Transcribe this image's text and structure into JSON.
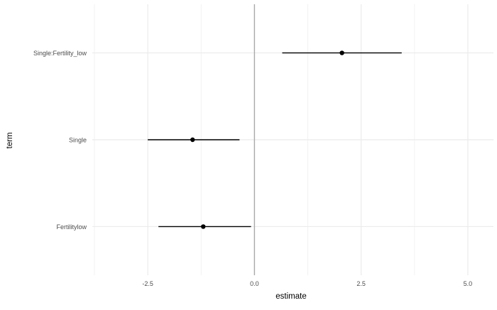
{
  "chart_data": {
    "type": "scatter",
    "subtype": "coefficient-plot",
    "xlabel": "estimate",
    "ylabel": "term",
    "xlim": [
      -3.8,
      5.6
    ],
    "x_ticks": [
      -2.5,
      0.0,
      2.5,
      5.0
    ],
    "x_tick_labels": [
      "-2.5",
      "0.0",
      "2.5",
      "5.0"
    ],
    "reference_line_x": 0.0,
    "grid": true,
    "legend": "none",
    "terms": [
      {
        "label": "Fertilitylow",
        "estimate": -1.2,
        "low": -2.25,
        "high": -0.08
      },
      {
        "label": "Single",
        "estimate": -1.45,
        "low": -2.5,
        "high": -0.35
      },
      {
        "label": "Single:Fertility_low",
        "estimate": 2.05,
        "low": 0.65,
        "high": 3.45
      }
    ]
  },
  "colors": {
    "point": "#000000",
    "interval": "#000000",
    "grid_major": "#ebebeb",
    "grid_minor": "#f2f2f2",
    "reference_line": "#aaaaaa",
    "tick_text": "#4d4d4d",
    "axis_title": "#000000"
  }
}
